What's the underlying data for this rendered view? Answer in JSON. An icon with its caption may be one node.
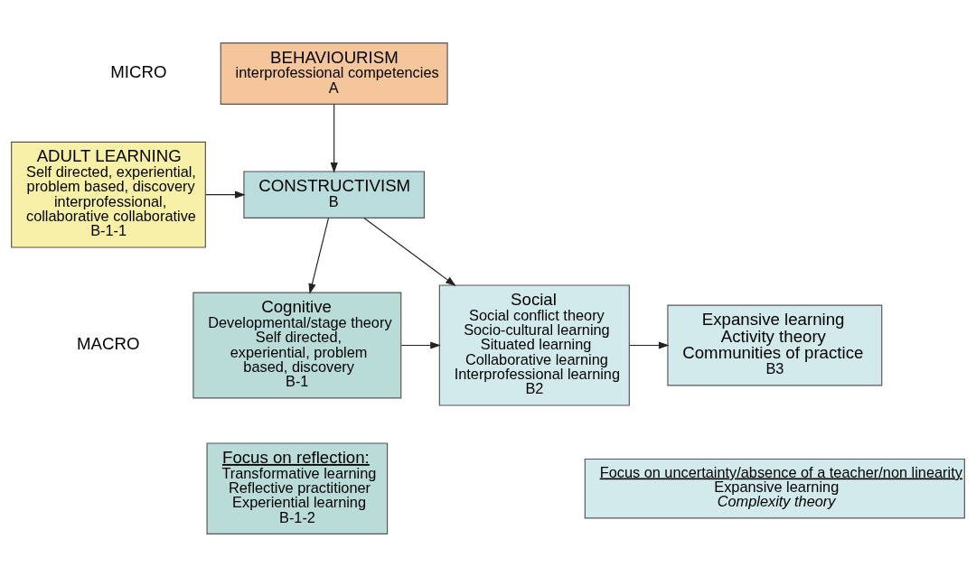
{
  "diagram": {
    "nodes": [
      {
        "text": [
          "ADULT LEARNING",
          "Self directed, experiential, problem based, discovery interprofessional, collaborative collaborative",
          "B-1-1"
        ]
      },
      {
        "text": [
          "BEHAVIOURISM",
          "interprofessional competencies",
          "A"
        ]
      },
      {
        "text": [
          "CONSTRUCTIVISM",
          "B"
        ]
      },
      {
        "text": [
          "Social",
          "Social conflict theory Socio-cultural learning Situated learning Collaborative learning Interprofessional learning",
          "B2"
        ]
      },
      {
        "text": [
          "Cognitive",
          "Developmental/stage theory Self directed, experiential, problem based, discovery",
          "B-1"
        ]
      },
      {
        "text": [
          "Expansive learning Activity theory Communities of practice",
          "B3"
        ]
      },
      {
        "text": [
          "Focus on uncertainty/absence of a teacher/non linearity",
          "Expansive learning",
          "Complexity theory"
        ]
      },
      {
        "text": [
          "Focus on reflection:",
          "Transformative learning Reflective practitioner Experiential learning",
          "B-1-2"
        ]
      }
    ],
    "edges": [
      {
        "from": 1,
        "to": 2,
        "arrow": "to"
      },
      {
        "from": 0,
        "to": 2,
        "arrow": "to"
      },
      {
        "from": 2,
        "to": 3,
        "arrow": "to"
      },
      {
        "from": 2,
        "to": 4,
        "arrow": "to"
      },
      {
        "from": 4,
        "to": 3,
        "arrow": "to"
      },
      {
        "from": 3,
        "to": 5,
        "arrow": "to"
      }
    ],
    "labels": [
      "MICRO",
      "MACRO"
    ]
  }
}
